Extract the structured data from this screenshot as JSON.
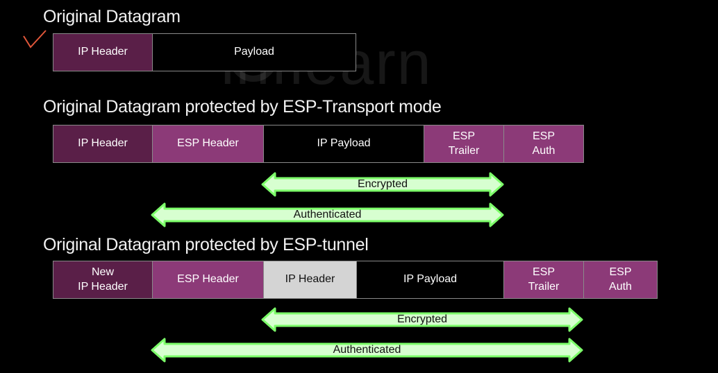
{
  "sections": [
    {
      "title": "Original Datagram",
      "cells": [
        {
          "label": "IP Header",
          "color": "#5a1f48"
        },
        {
          "label": "Payload",
          "color": "#000000"
        }
      ]
    },
    {
      "title": "Original Datagram protected by ESP-Transport mode",
      "cells": [
        {
          "label": "IP Header",
          "color": "#5a1f48"
        },
        {
          "label": "ESP Header",
          "color": "#8c3a78"
        },
        {
          "label": "IP Payload",
          "color": "#000000"
        },
        {
          "label": "ESP\nTrailer",
          "color": "#8c3a78"
        },
        {
          "label": "ESP\nAuth",
          "color": "#8c3a78"
        }
      ],
      "arrows": [
        {
          "label": "Encrypted"
        },
        {
          "label": "Authenticated"
        }
      ]
    },
    {
      "title": "Original Datagram protected by ESP-tunnel",
      "cells": [
        {
          "label": "New\nIP Header",
          "color": "#5a1f48"
        },
        {
          "label": "ESP Header",
          "color": "#8c3a78"
        },
        {
          "label": "IP Header",
          "color": "#d4d4d4"
        },
        {
          "label": "IP Payload",
          "color": "#000000"
        },
        {
          "label": "ESP\nTrailer",
          "color": "#8c3a78"
        },
        {
          "label": "ESP\nAuth",
          "color": "#8c3a78"
        }
      ],
      "arrows": [
        {
          "label": "Encrypted"
        },
        {
          "label": "Authenticated"
        }
      ]
    }
  ],
  "watermark": "inflearn",
  "colors": {
    "arrow_fill": "#d7ffd0",
    "arrow_stroke": "#7dff6a",
    "check_mark": "#e2573a"
  }
}
